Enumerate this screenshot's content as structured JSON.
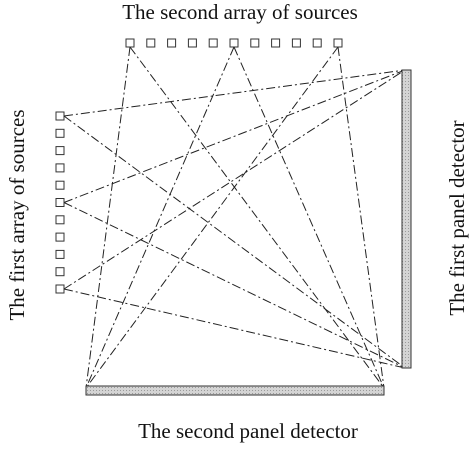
{
  "labels": {
    "top_array": "The second array of sources",
    "left_array": "The first array of sources",
    "right_panel": "The first panel detector",
    "bottom_panel": "The second panel detector"
  },
  "colors": {
    "line": "#222222",
    "panel_fill": "#d4d4d4",
    "panel_hatch": "#9a9a9a",
    "text": "#111111"
  },
  "diagram": {
    "top_source_count": 11,
    "left_source_count": 11,
    "active_top_sources": [
      0,
      5,
      10
    ],
    "active_left_sources": [
      0,
      5,
      10
    ],
    "ray_style": "dash-dot"
  }
}
